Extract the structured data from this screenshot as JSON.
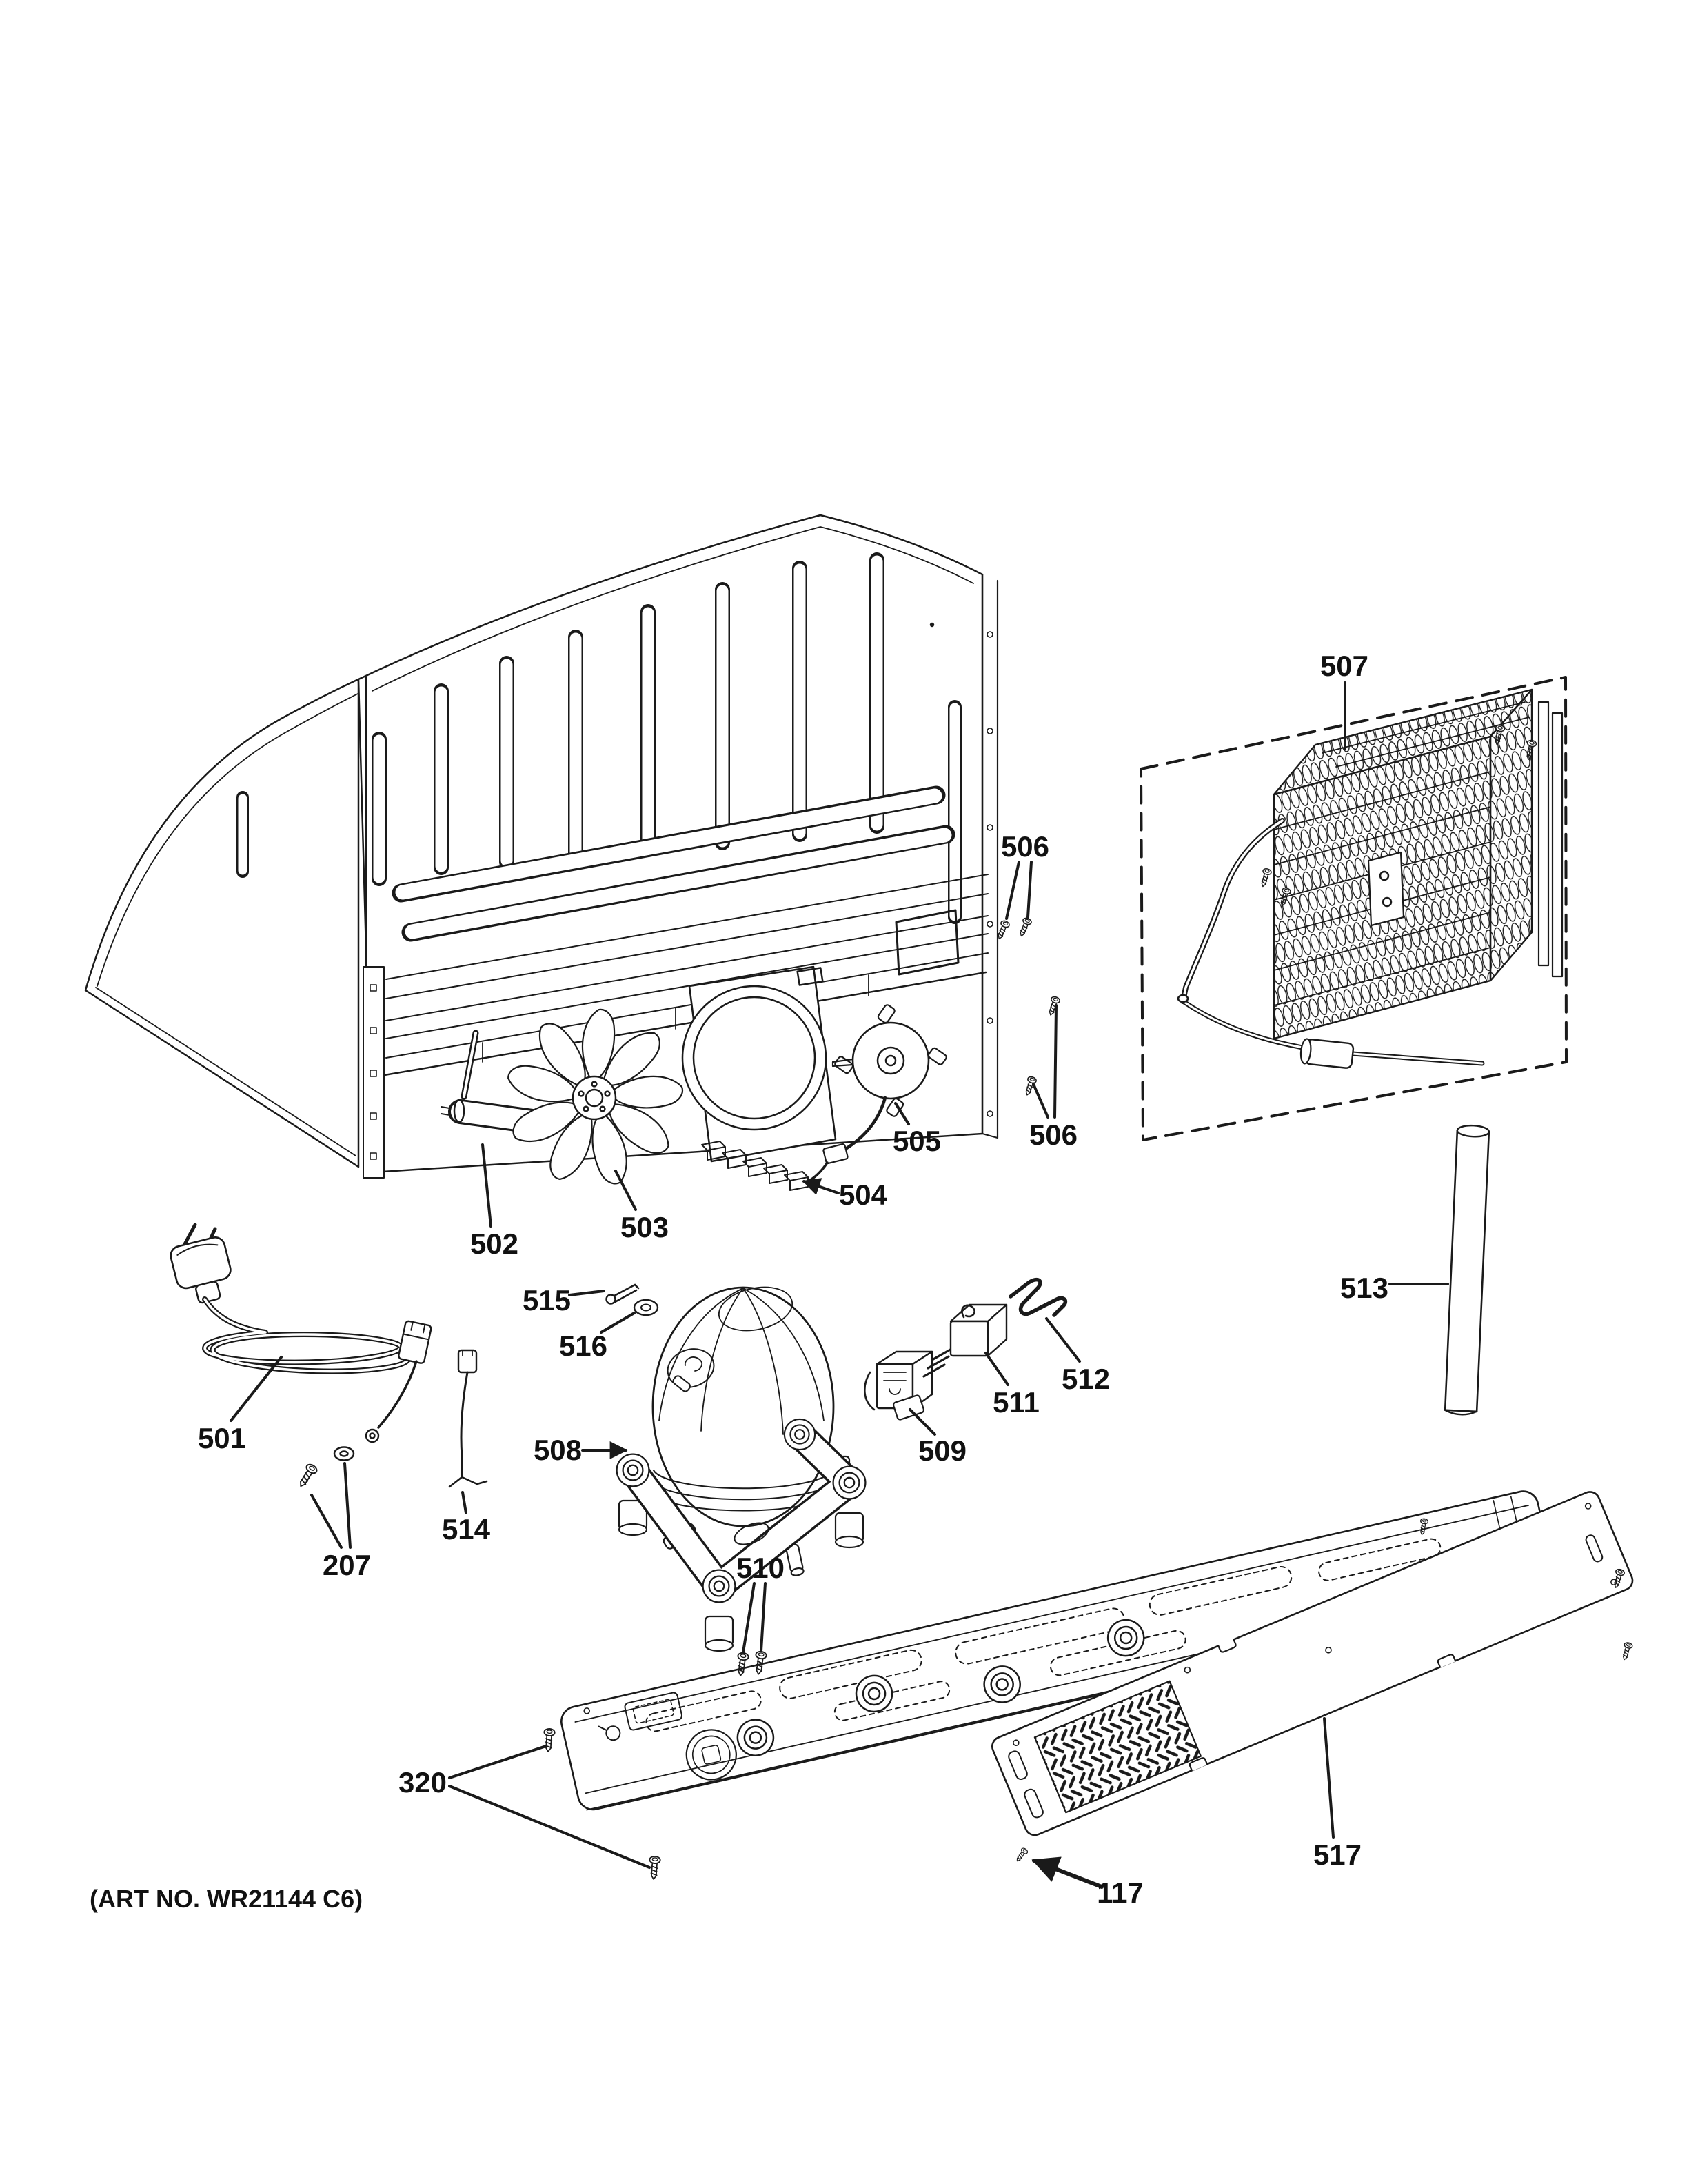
{
  "page": {
    "background": "#ffffff",
    "ink": "#1a1a1a",
    "kind": "appliance-parts-exploded-diagram"
  },
  "diagram": {
    "art_no": "(ART NO. WR21144 C6)",
    "callouts": {
      "117": "117",
      "207": "207",
      "320": "320",
      "501": "501",
      "502": "502",
      "503": "503",
      "504": "504",
      "505": "505",
      "506": "506",
      "507": "507",
      "508": "508",
      "509": "509",
      "510": "510",
      "511": "511",
      "512": "512",
      "513": "513",
      "514": "514",
      "515": "515",
      "516": "516",
      "517": "517"
    }
  }
}
